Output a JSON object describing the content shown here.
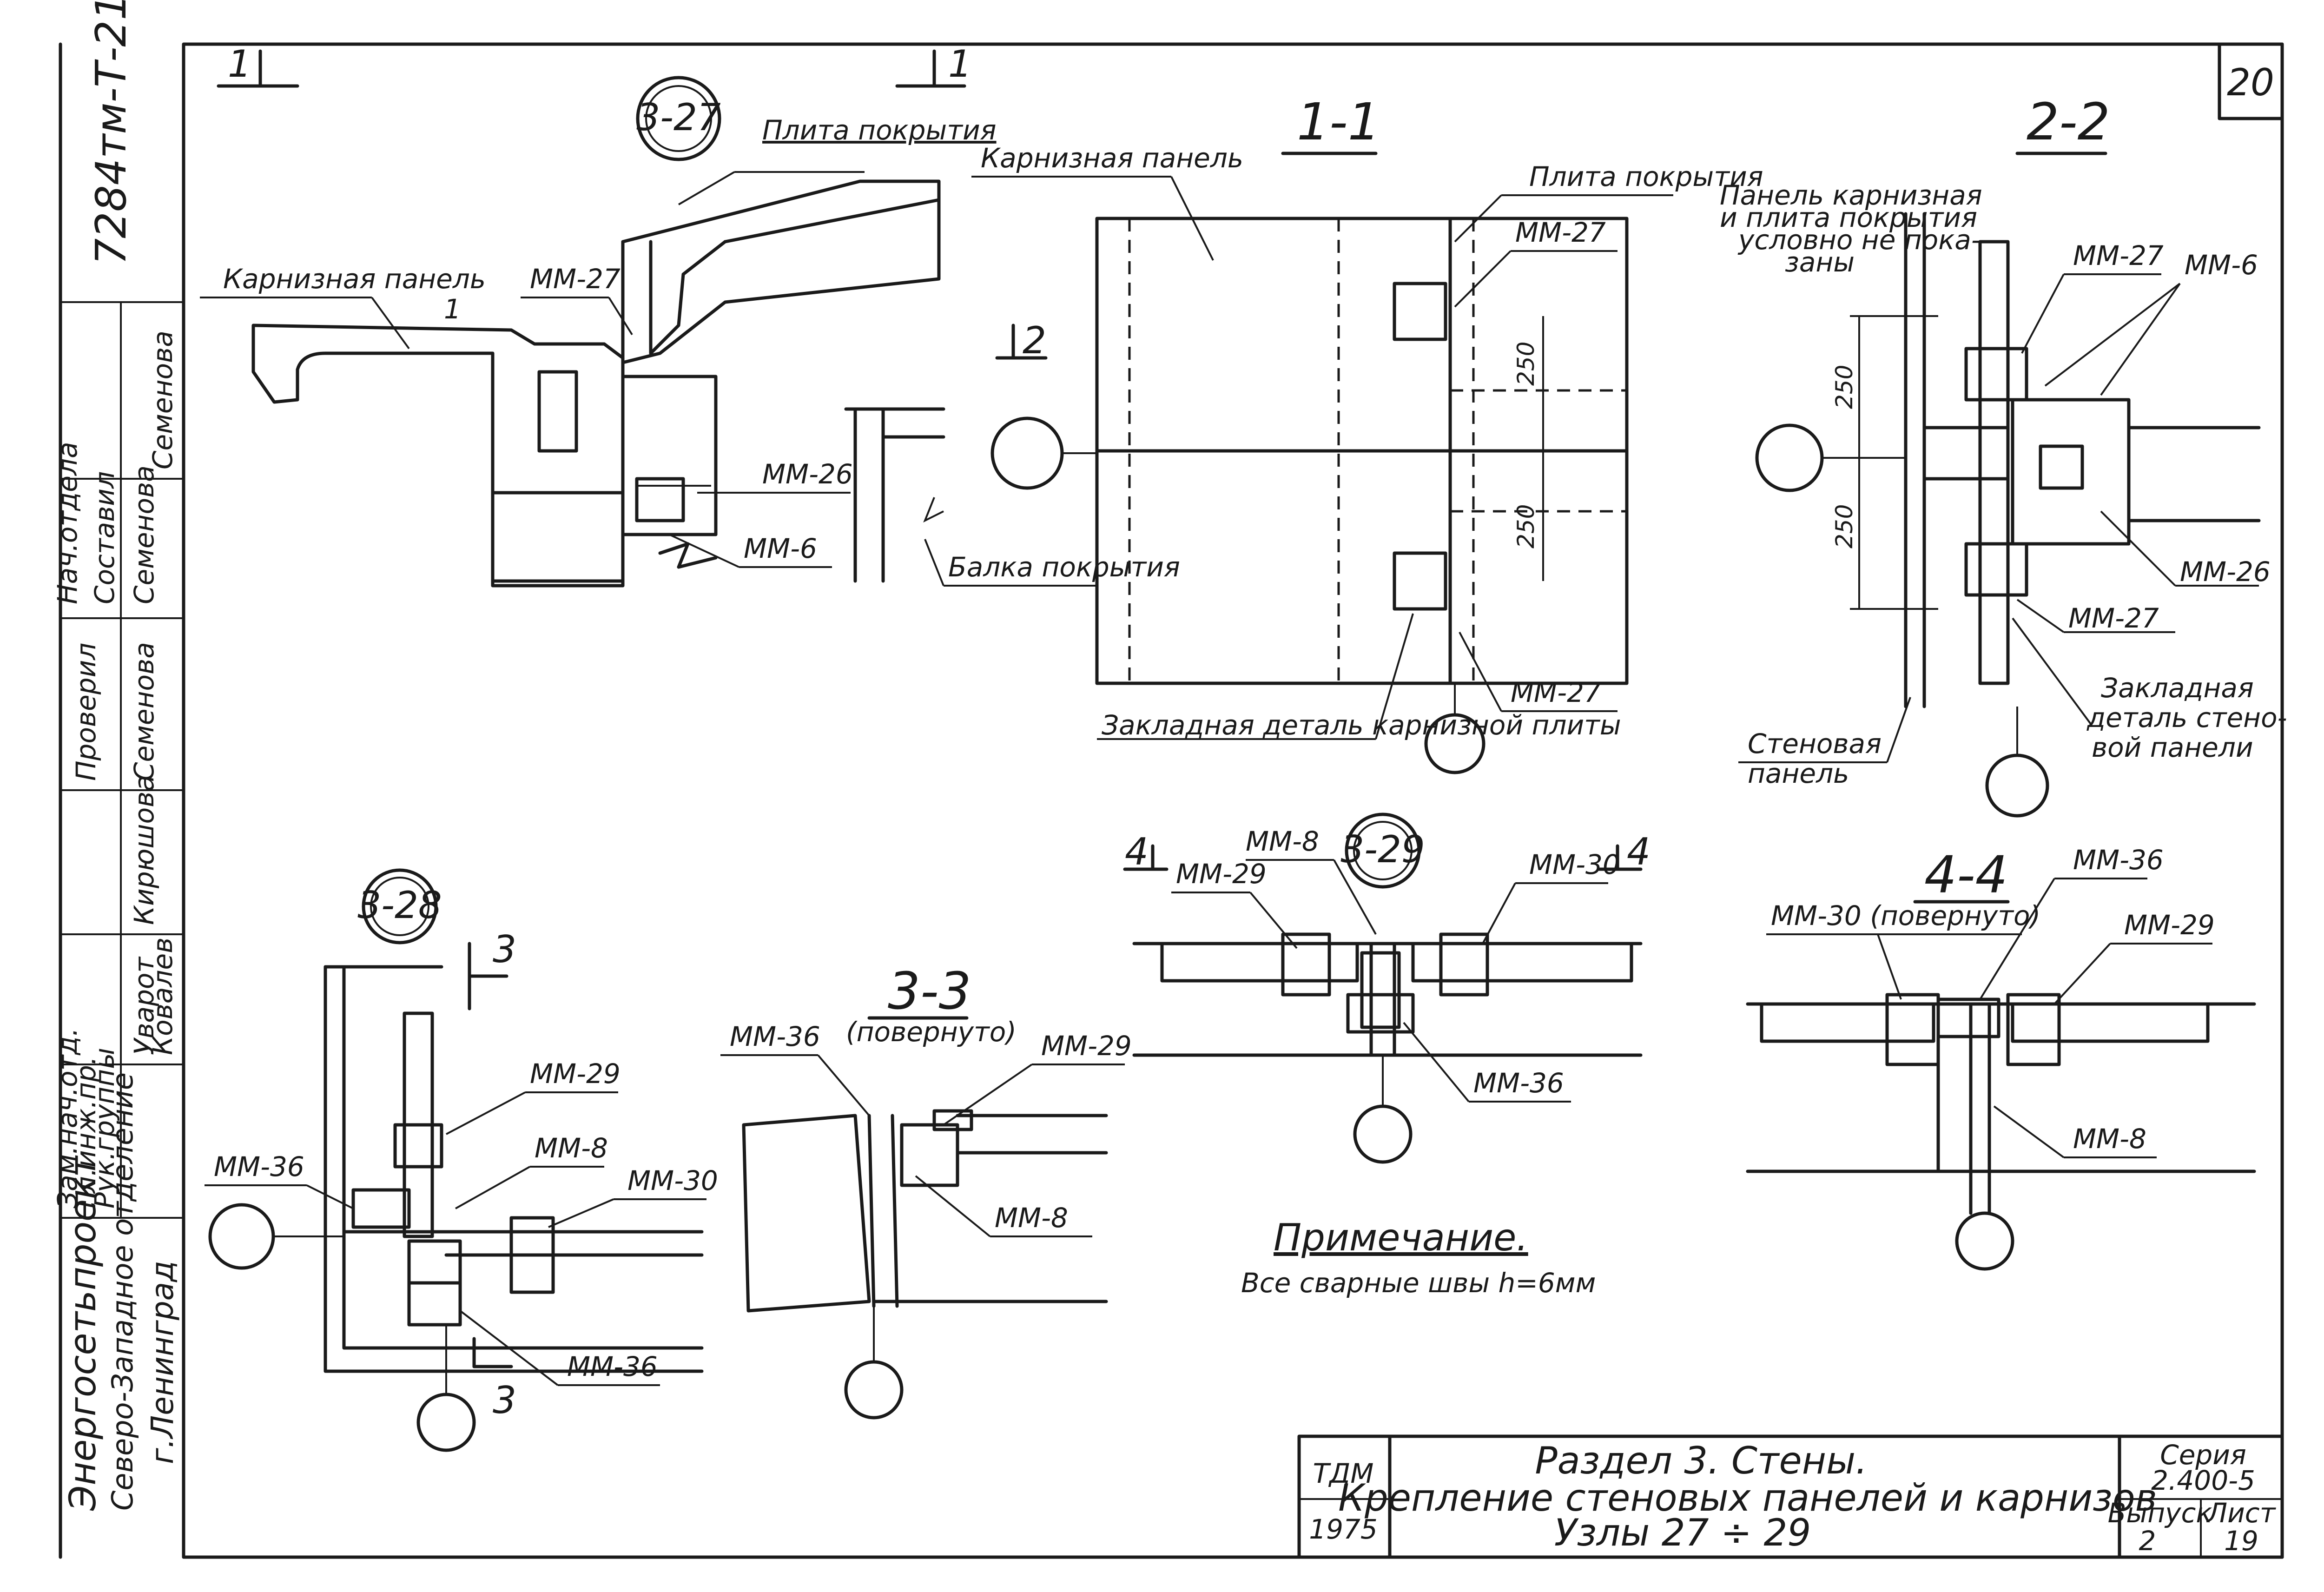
{
  "sheet": {
    "sheet_number": "20",
    "doc_code": "7284тм-Т-21"
  },
  "left_strip": {
    "org_name": "Энергосетьпроект",
    "org_division": "Северо-Западное отделение",
    "org_city": "г.Ленинград",
    "roles": [
      "Зам.нач.отд.",
      "Гл.инж.пр.",
      "Рук.группы",
      "Нач.отдела",
      "Проверил",
      "Составил"
    ],
    "names": [
      "Уварот",
      "Ковалев",
      "Кирюшова",
      "Семенова",
      "Семенова",
      "Семенова"
    ]
  },
  "node_27": {
    "badge": "3-27",
    "cut_marks": [
      "1",
      "1"
    ],
    "cut_2": "2",
    "labels": [
      "Плита покрытия",
      "Карнизная панель",
      "ММ-27",
      "ММ-26",
      "ММ-6",
      "Балка покрытия"
    ]
  },
  "section_1_1": {
    "title": "1-1",
    "labels": [
      "Карнизная панель",
      "Плита покрытия",
      "ММ-27",
      "ММ-27",
      "Закладная деталь карнизной плиты"
    ],
    "dims": [
      "250",
      "250"
    ],
    "cut_2": "2"
  },
  "section_2_2": {
    "title": "2-2",
    "labels": [
      "Панель карнизная и плита покрытия условно не показаны",
      "ММ-27",
      "ММ-6",
      "ММ-26",
      "ММ-27",
      "Закладная деталь стеновой панели",
      "Стеновая панель"
    ],
    "dims": [
      "250",
      "250"
    ]
  },
  "node_28": {
    "badge": "3-28",
    "cut_marks": [
      "3",
      "3"
    ],
    "labels": [
      "ММ-29",
      "ММ-36",
      "ММ-8",
      "ММ-30",
      "ММ-36"
    ]
  },
  "section_3_3": {
    "title": "3-3",
    "subtitle": "(повернуто)",
    "labels": [
      "ММ-36",
      "ММ-29",
      "ММ-8"
    ]
  },
  "node_29": {
    "badge": "3-29",
    "cut_marks": [
      "4",
      "4"
    ],
    "labels": [
      "ММ-8",
      "ММ-29",
      "ММ-30",
      "ММ-36"
    ]
  },
  "section_4_4": {
    "title": "4-4",
    "labels": [
      "ММ-36",
      "ММ-30 (повернуто)",
      "ММ-29",
      "ММ-8"
    ]
  },
  "note": {
    "heading": "Примечание.",
    "text": "Все сварные швы h=6мм"
  },
  "title_block": {
    "org": "ТДМ",
    "year": "1975",
    "line1": "Раздел 3. Стены.",
    "line2": "Крепление стеновых панелей и карнизов",
    "line3": "Узлы 27 ÷ 29",
    "series_label": "Серия",
    "series_value": "2.400-5",
    "issue_label": "Выпуск",
    "issue_value": "2",
    "sheet_label": "Лист",
    "sheet_value": "19"
  }
}
